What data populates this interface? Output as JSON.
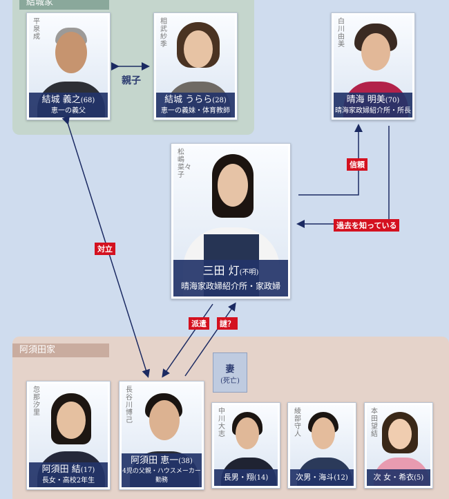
{
  "families": {
    "yuki": {
      "label": "結城家"
    },
    "asuda": {
      "label": "阿須田家"
    }
  },
  "characters": {
    "yoshiyuki": {
      "actor": "平泉成",
      "name": "結城 義之",
      "age": "(68)",
      "role": "恵一の義父"
    },
    "urara": {
      "actor": "相武紗季",
      "name": "結城 うらら",
      "age": "(28)",
      "role": "恵一の義妹・体育教師"
    },
    "akemi": {
      "actor": "白川由美",
      "name": "晴海 明美",
      "age": "(70)",
      "role": "晴海家政婦紹介所・所長"
    },
    "akari": {
      "actor": "松嶋菜々子",
      "name": "三田 灯",
      "age": "(不明)",
      "role": "晴海家政婦紹介所・家政婦"
    },
    "yui": {
      "actor": "忽那汐里",
      "name": "阿須田 結",
      "age": "(17)",
      "role": "長女・高校2年生"
    },
    "keiichi": {
      "actor": "長谷川博己",
      "name": "阿須田 恵一",
      "age": "(38)",
      "role": "4児の父親・ハウスメーカー勤務"
    },
    "kakeru": {
      "actor": "中川大志",
      "label": "長男・翔",
      "age": "(14)"
    },
    "kaito": {
      "actor": "綾部守人",
      "label": "次男・海斗",
      "age": "(12)"
    },
    "kii": {
      "actor": "本田望結",
      "label": "次 女・希衣",
      "age": "(5)"
    }
  },
  "tsuma": {
    "label": "妻",
    "status": "(死亡)"
  },
  "relations": {
    "oyako": "親子",
    "shinrai": "信頼",
    "kako": "過去を知っている",
    "tairitsu": "対立",
    "haken": "派遣",
    "nazo": "謎？"
  },
  "colors": {
    "arrow": "#1b2a62",
    "caption": "#233469",
    "tag": "#d4111f"
  }
}
